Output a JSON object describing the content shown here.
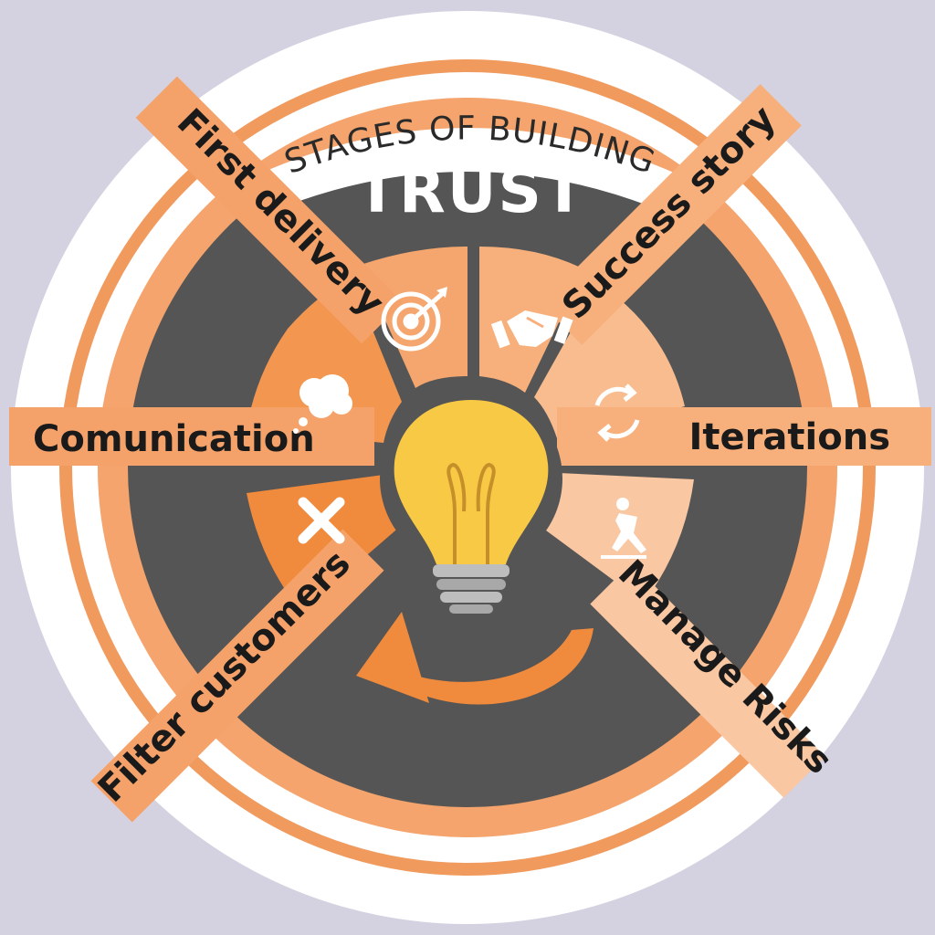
{
  "diagram": {
    "subtitle": "STAGES OF  BUILDING",
    "title": "TRUST",
    "stages": [
      {
        "id": "first-delivery",
        "label": "First delivery",
        "icon": "target-icon"
      },
      {
        "id": "success-story",
        "label": "Success story",
        "icon": "handshake-icon"
      },
      {
        "id": "iterations",
        "label": "Iterations",
        "icon": "cycle-arrows-icon"
      },
      {
        "id": "manage-risks",
        "label": "Manage Risks",
        "icon": "slipping-person-icon"
      },
      {
        "id": "filter-customers",
        "label": "Filter customers",
        "icon": "x-mark-icon"
      },
      {
        "id": "comunication",
        "label": "Comunication",
        "icon": "thought-bubble-icon"
      }
    ],
    "center_icon": "lightbulb-icon",
    "cycle_icon": "curved-arrow-icon"
  },
  "colors": {
    "background": "#d4d2e0",
    "outer_ring": "#ffffff",
    "orange_ring": "#f09a5e",
    "dark_disk": "#555555",
    "label_bar": "#f5a26a",
    "label_bar_dark": "#f08a3c",
    "bulb": "#f8c945",
    "bulb_base": "#bdbdbd"
  }
}
